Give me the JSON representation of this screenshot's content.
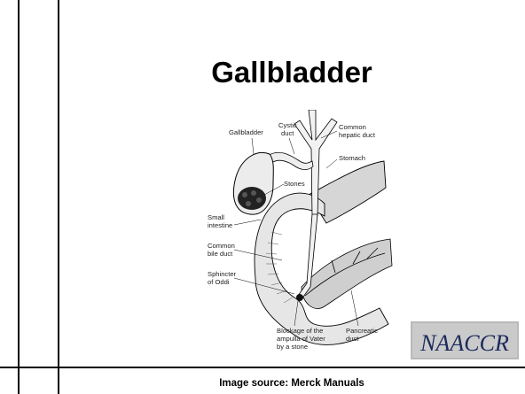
{
  "slide": {
    "title": "Gallbladder",
    "source": "Image source: Merck Manuals",
    "logo_text": "NAACCR"
  },
  "diagram": {
    "labels": {
      "gallbladder": "Gallbladder",
      "cystic_duct_1": "Cystic",
      "cystic_duct_2": "duct",
      "common_hepatic_1": "Common",
      "common_hepatic_2": "hepatic duct",
      "stomach": "Stomach",
      "stones": "Stones",
      "small_intestine_1": "Small",
      "small_intestine_2": "intestine",
      "common_bile_1": "Common",
      "common_bile_2": "bile duct",
      "sphincter_1": "Sphincter",
      "sphincter_2": "of Oddi",
      "blockage_1": "Blockage of the",
      "blockage_2": "ampulla of Vater",
      "blockage_3": "by a stone",
      "pancreatic_1": "Pancreatic",
      "pancreatic_2": "duct"
    }
  },
  "colors": {
    "line": "#000000",
    "logo_text": "#1b2a5c",
    "organ_fill": "#e4e4e4",
    "organ_dark": "#9a9a9a"
  }
}
